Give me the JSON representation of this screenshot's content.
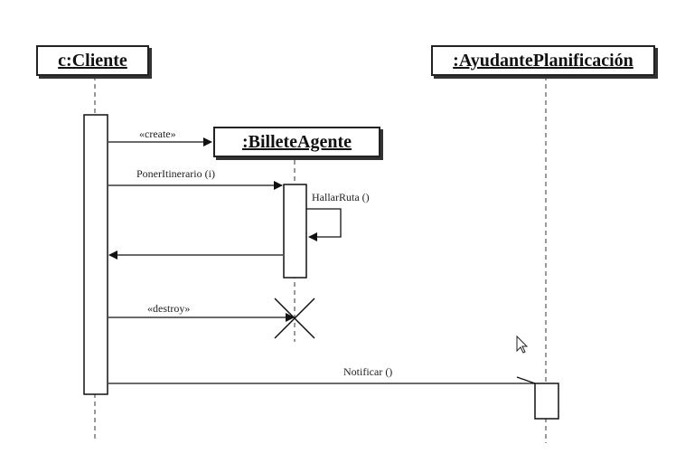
{
  "diagram": {
    "objects": {
      "cliente": "c:Cliente",
      "ayudante": ":AyudantePlanificación",
      "billete": ":BilleteAgente"
    },
    "messages": {
      "create": "«create»",
      "poner_itinerario": "PonerItinerario (i)",
      "hallar_ruta": "HallarRuta ()",
      "destroy": "«destroy»",
      "notificar": "Notificar ()"
    }
  },
  "colors": {
    "line": "#222222",
    "background": "#ffffff"
  },
  "icons": {
    "pointer": "mouse-pointer-icon"
  }
}
